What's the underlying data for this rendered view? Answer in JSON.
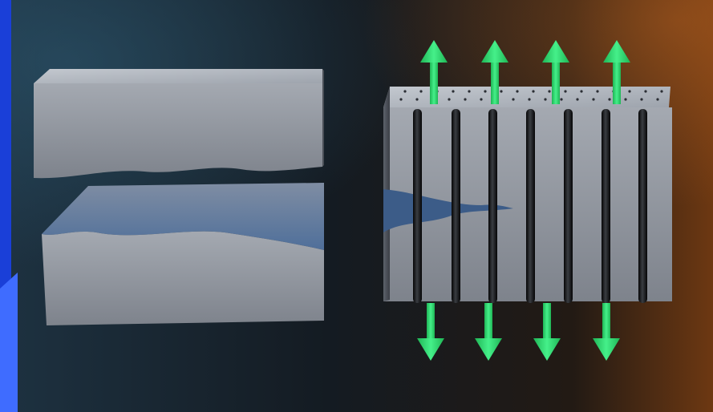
{
  "scene": {
    "left_block": "split-block",
    "right_block": "pinned-block",
    "pin_count": 7,
    "arrow_count_top": 4,
    "arrow_count_bottom": 4
  },
  "colors": {
    "frame": "#1a3fd8",
    "background_dark": "#17222c",
    "background_warm": "#7a3d12",
    "block_face": "#8b909a",
    "block_top": "#c8ccd2",
    "pin": "#0d0e10",
    "arrow": "#2bdc6b"
  }
}
